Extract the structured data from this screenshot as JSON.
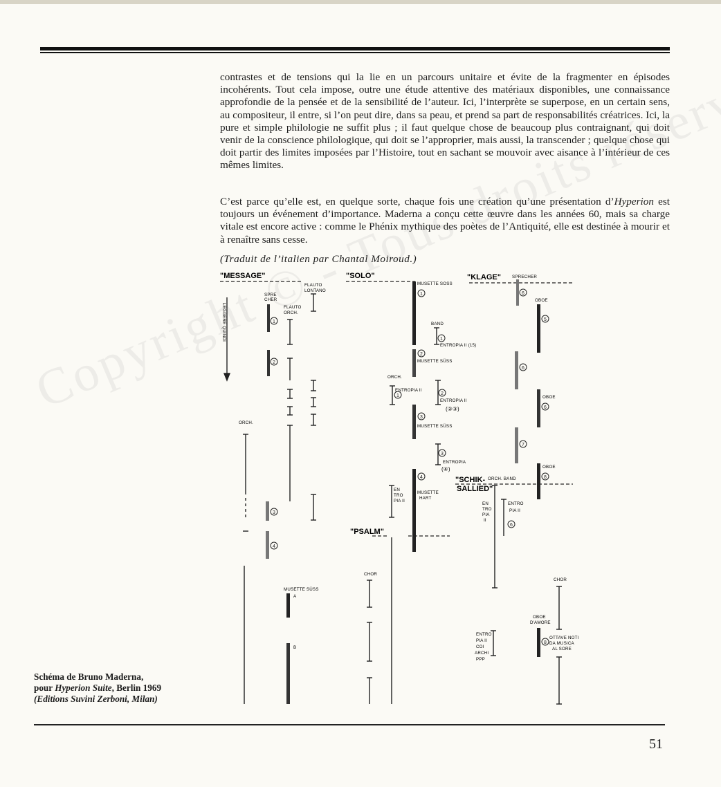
{
  "paragraph1": "contrastes et de tensions qui la lie en un parcours unitaire et évite de la fragmenter en épisodes incohérents. Tout cela impose, outre une étude attentive des matériaux disponibles, une connaissance approfondie de la pensée et de la sensibilité de l’auteur. Ici, l’interprète se superpose, en un certain sens, au compositeur, il entre, si l’on peut dire, dans sa peau, et prend sa part de responsabilités créatrices. Ici, la pure et simple philologie ne suffit plus ; il faut quelque chose de beaucoup plus contraignant, qui doit venir de la conscience philologique, qui doit se l’approprier, mais aussi, la transcender ; quelque chose qui doit partir des limites imposées par l’Histoire, tout en sachant se mouvoir avec aisance à l’intérieur de ces mêmes limites.",
  "paragraph2_before": "C’est parce qu’elle est, en quelque sorte, chaque fois une création qu’une présentation d’",
  "paragraph2_title": "Hyperion",
  "paragraph2_after": " est toujours un événement d’importance. Maderna a conçu cette œuvre dans les années 60, mais sa charge vitale est encore active : comme le Phénix mythique des poètes de l’Antiquité, elle est destinée à mourir et à renaître sans cesse.",
  "translator_note": "(Traduit de l’italien par Chantal Moiroud.)",
  "caption": {
    "line1": "Schéma de Bruno Maderna,",
    "line2_prefix": "pour ",
    "line2_title": "Hyperion Suite",
    "line2_suffix": ", Berlin 1969",
    "line3": "(Editions Suvini Zerboni, Milan)"
  },
  "page_number": "51",
  "watermark": "Copyright © - Tous droits réservés.",
  "diagram": {
    "sections": {
      "messagge": "\"MESSAGE\"",
      "solo": "\"SOLO\"",
      "klage": "\"KLAGE\"",
      "schiksallied": "\"SCHIK-",
      "schiksallied2": "SALLIED\"",
      "psalm": "\"PSALM\""
    },
    "labels": {
      "flauto_lontano": "FLAUTO",
      "flauto_lontano2": "LONTANO",
      "sprecher_l": "SPRE",
      "sprecher_l2": "CHER",
      "flauto_orch": "FLAUTO",
      "flauto_orch2": "ORCH.",
      "orch_left": "ORCH.",
      "musette_soss": "MUSETTE SOSS",
      "band": "BAND",
      "entropia_15": "ENTROPIA II (15)",
      "musette_suss": "MUSETTE SÜSS",
      "orch_mid": "ORCH.",
      "entropia_ii_a": "ENTROPIA II",
      "entropia_ii_b": "ENTROPIA II",
      "entropia_23": "(②③)",
      "musette_suss2": "MUSETTE SÜSS",
      "entropia_c": "ENTROPIA",
      "entropia_4": "(④)",
      "en_tro": "EN",
      "en_tro2": "TRO",
      "en_tro3": "PIA II",
      "musette_hart": "MUSETTE",
      "musette_hart2": "HART",
      "sprecher_r": "SPRECHER",
      "oboe_1": "OBOE",
      "oboe_2": "OBOE",
      "oboe_3": "OBOE",
      "orch_band": "ORCH. BAND",
      "en_r": "EN",
      "en_r2": "TRO",
      "en_r3": "PIA",
      "en_r4": "II",
      "entro_pia_r": "ENTRO",
      "entro_pia_r2": "PIA II",
      "musette_suss3": "MUSETTE SÜSS",
      "chor_mid": "CHOR",
      "chor_right": "CHOR",
      "oboe_amore": "OBOE",
      "oboe_amore2": "D'AMORE",
      "entropia_coi": "ENTRO",
      "entropia_coi2": "PIA II",
      "entropia_coi3": "COI",
      "entropia_coi4": "ARCHI",
      "entropia_coi5": "PPP",
      "tutte_note": "OTTAVE NOTI",
      "tutte_note2": "DA MUSICA",
      "tutte_note3": "AL SORE",
      "a": "A",
      "b": "B",
      "arrow_text": "LEGGERE QUINDI"
    }
  }
}
